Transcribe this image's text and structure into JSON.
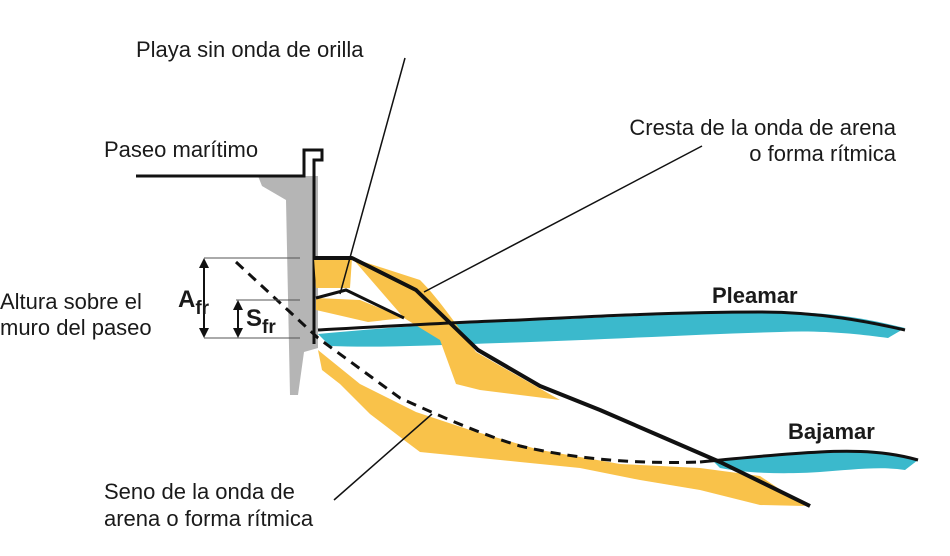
{
  "labels": {
    "playa_sin_onda": "Playa sin onda de orilla",
    "paseo_maritimo": "Paseo marítimo",
    "cresta_line1": "Cresta de la onda de arena",
    "cresta_line2": "o forma rítmica",
    "altura_line1": "Altura sobre el",
    "altura_line2": "muro del paseo",
    "pleamar": "Pleamar",
    "bajamar": "Bajamar",
    "seno_line1": "Seno de la onda de",
    "seno_line2": "arena o forma rítmica"
  },
  "symbols": {
    "a_main": "A",
    "a_sub": "fr",
    "s_main": "S",
    "s_sub": "fr"
  },
  "colors": {
    "sand": "#f9c24a",
    "water": "#3bb9cc",
    "wall": "#b5b5b5",
    "line": "#111111"
  }
}
